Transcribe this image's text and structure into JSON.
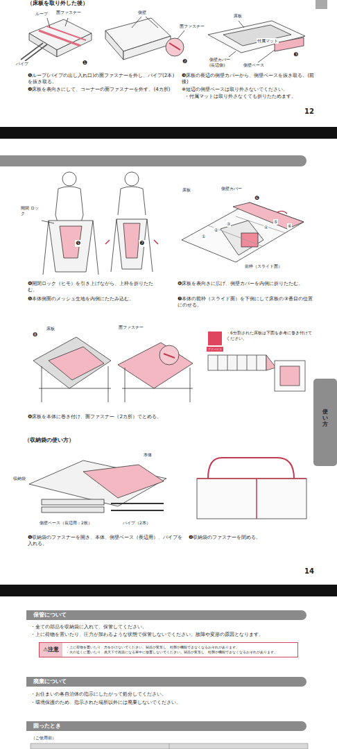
{
  "diagram": {
    "nodes": [
      {
        "text": [
          "アドバイス"
        ]
      },
      {
        "text": [
          "使い方"
        ]
      },
      {
        "text": [
          "保管について"
        ]
      },
      {
        "text": [
          "⚠注意",
          "・上に荷物を置いたり、力をかけないでください。製品が変形し、柱脚が機能できなくなるおそれがあります。",
          "・火の近くに置いたり、炎天下で高温になる車中に放置しないでください。製品が変形し、柱脚が機能できなくなるおそれがあります。"
        ]
      },
      {
        "text": [
          "廃棄について"
        ]
      },
      {
        "text": [
          "困ったとき"
        ]
      }
    ],
    "labels": [
      "（床板を取り外した後）",
      "ループ",
      "面ファスナー",
      "❶",
      "パイプ",
      "側壁",
      "面ファスナー",
      "❷",
      "床板",
      "付属マット",
      "❸",
      "側壁カバー (長辺側)",
      "側壁ベース",
      "❶ループ(パイプの出し入れ口)の面ファスナーを外し、パイプ(2本)を抜き取る。",
      "❷床板を表向きにして、コーナーの面ファスナーを外す。(4カ所)",
      "❸床板の長辺の側壁カバーから、側壁ベースを抜き取る。(前後)",
      "※短辺の側壁ベースは取り外さないでください。",
      "・付属マットは取り外さなくても折りたためます。",
      "12",
      "開閉 ロック",
      "❺",
      "❼",
      "床板",
      "側壁カバー",
      "❻",
      "前枠（スライド面）",
      "❹開閉ロック（ヒモ）を引き上げながら、上枠を折りたたむ。",
      "❺本体側面のメッシュ生地を内側にたたみ込む。",
      "❻床板を表向きに広げ、側壁カバーを内側に折りたたむ。",
      "❼本体の前枠（スライド面）を下側にして床板の③番目の位置にのせる。",
      "①",
      "②",
      "③",
      "④",
      "⑤",
      "⑥",
      "床板",
      "❽",
      "面ファスナー",
      "・6分割された床板は下図を参考に巻き付けてください。",
      "❽床板を本体に巻き付け、面ファスナー（2カ所）でとめる。",
      "（収納袋の使い方）",
      "収納袋",
      "本体",
      "側壁ベース（長辺用：2枚）",
      "パイプ（2本）",
      "❶収納袋のファスナーを開き、本体、側壁ベース（長辺用）、パイプを入れる。",
      "❷収納袋のファスナーを閉める。",
      "14",
      "・全ての部品を収納袋に入れて、保管してください。",
      "・上に荷物を置いたり、圧力が加わるような状態で保管しないでください。故障や変形の原因となります。",
      "・お住まいの各自治体の指示にしたがって処分してください。",
      "・環境保護のため、指示された場所以外には廃棄しないでください。",
      "（ご使用前）"
    ]
  }
}
